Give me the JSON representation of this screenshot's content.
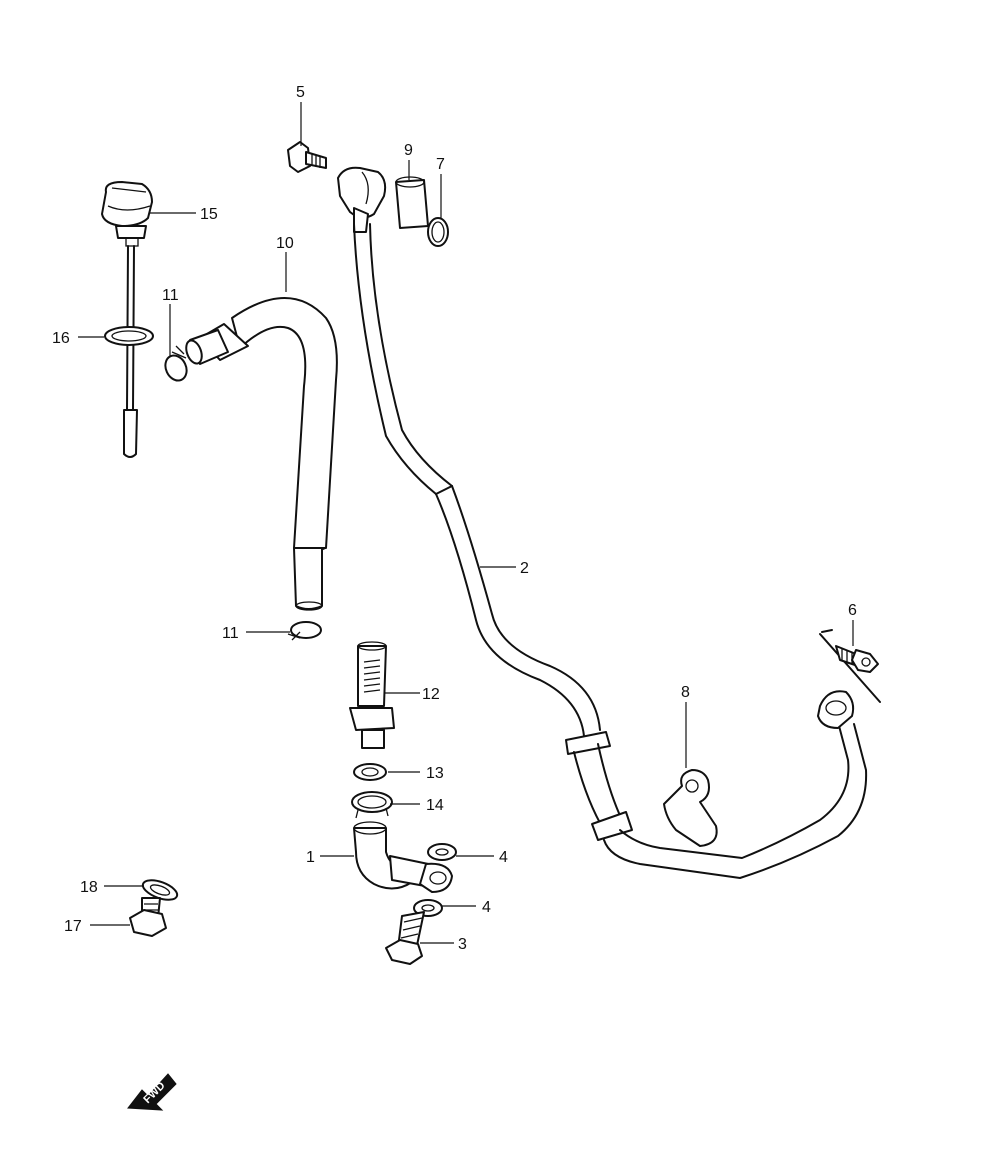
{
  "diagram": {
    "callouts": [
      {
        "id": "c1",
        "label": "1"
      },
      {
        "id": "c2",
        "label": "2"
      },
      {
        "id": "c3",
        "label": "3"
      },
      {
        "id": "c4a",
        "label": "4"
      },
      {
        "id": "c4b",
        "label": "4"
      },
      {
        "id": "c5",
        "label": "5"
      },
      {
        "id": "c6",
        "label": "6"
      },
      {
        "id": "c7",
        "label": "7"
      },
      {
        "id": "c8",
        "label": "8"
      },
      {
        "id": "c9",
        "label": "9"
      },
      {
        "id": "c10",
        "label": "10"
      },
      {
        "id": "c11a",
        "label": "11"
      },
      {
        "id": "c11b",
        "label": "11"
      },
      {
        "id": "c12",
        "label": "12"
      },
      {
        "id": "c13",
        "label": "13"
      },
      {
        "id": "c14",
        "label": "14"
      },
      {
        "id": "c15",
        "label": "15"
      },
      {
        "id": "c16",
        "label": "16"
      },
      {
        "id": "c17",
        "label": "17"
      },
      {
        "id": "c18",
        "label": "18"
      }
    ],
    "fwd_label": "FWD"
  }
}
